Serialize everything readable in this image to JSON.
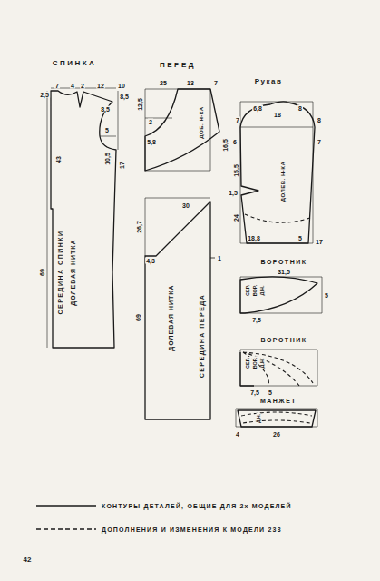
{
  "diagram": {
    "labels": [
      "СПИНКА",
      "7",
      "4",
      "2",
      "12",
      "10",
      "2,5",
      "8,5",
      "8,5",
      "5",
      "10,5",
      "43",
      "17",
      "69",
      "СЕРЕДИНА СПИНКИ",
      "ДОЛЕВАЯ НИТКА",
      "ПЕРЕД",
      "25",
      "13",
      "7",
      "12,5",
      "2",
      "5,8",
      "16,5",
      "ДОБ. Н-КА",
      "30",
      "26,7",
      "4,3",
      "1",
      "69",
      "ДОЛЕВАЯ НИТКА",
      "СЕРЕДИНА ПЕРЕДА",
      "Рукав",
      "6,8",
      "8",
      "18",
      "7",
      "8",
      "6",
      "7",
      "15,5",
      "1,5",
      "24",
      "ДОЛЕВ. Н-КА",
      "18,8",
      "5",
      "17",
      "ВОРОТНИК",
      "31,5",
      "СЕР.",
      "ВОР.",
      "Д.Н.",
      "7,5",
      "5",
      "ВОРОТНИК",
      "СЕР.",
      "ВОР.",
      "Д.Н.",
      "7,5",
      "5",
      "МАНЖЕТ",
      "Д.Н.",
      "4",
      "26",
      "42"
    ],
    "legend": [
      {
        "text": "КОНТУРЫ ДЕТАЛЕЙ, ОБЩИЕ ДЛЯ 2х МОДЕЛЕЙ"
      },
      {
        "text": "ДОПОЛНЕНИЯ И ИЗМЕНЕНИЯ К МОДЕЛИ 233"
      }
    ]
  }
}
